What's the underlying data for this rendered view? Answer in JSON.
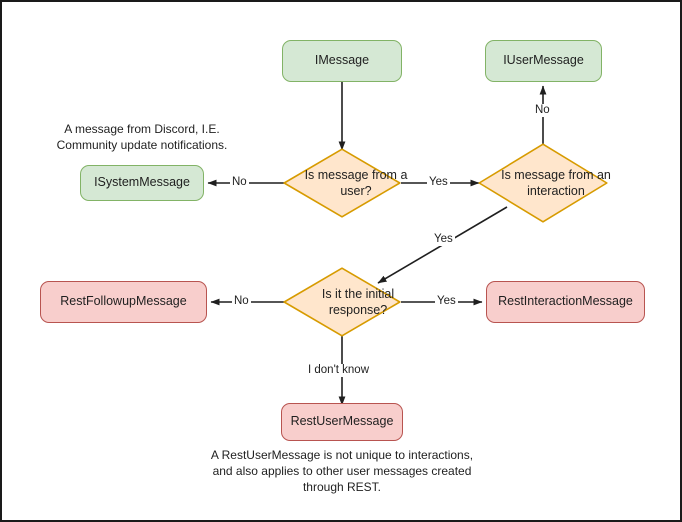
{
  "diagram": {
    "type": "flowchart",
    "title": "Discord message type decision flow",
    "colors": {
      "green_fill": "#d5e8d4",
      "green_border": "#82b366",
      "pink_fill": "#f8cecc",
      "pink_border": "#b85450",
      "orange_fill": "#ffe6cc",
      "orange_border": "#d79b00",
      "line": "#1f1f1f",
      "background": "#ffffff",
      "page_border": "#1a1a1a"
    },
    "nodes": {
      "imessage": {
        "label": "IMessage",
        "shape": "rounded-rect",
        "color": "green"
      },
      "iusermessage": {
        "label": "IUserMessage",
        "shape": "rounded-rect",
        "color": "green"
      },
      "isystemmessage": {
        "label": "ISystemMessage",
        "shape": "rounded-rect",
        "color": "green"
      },
      "restfollowupmessage": {
        "label": "RestFollowupMessage",
        "shape": "rounded-rect",
        "color": "pink"
      },
      "restinteractionmessage": {
        "label": "RestInteractionMessage",
        "shape": "rounded-rect",
        "color": "pink"
      },
      "restusermessage": {
        "label": "RestUserMessage",
        "shape": "rounded-rect",
        "color": "pink"
      },
      "decision_from_user": {
        "label": "Is message from a user?",
        "shape": "diamond",
        "color": "orange"
      },
      "decision_from_interaction": {
        "label": "Is message from an interaction",
        "shape": "diamond",
        "color": "orange"
      },
      "decision_initial_response": {
        "label": "Is it the initial response?",
        "shape": "diamond",
        "color": "orange"
      }
    },
    "edge_labels": {
      "from_user_no": "No",
      "from_user_yes": "Yes",
      "from_interaction_no": "No",
      "from_interaction_yes": "Yes",
      "initial_no": "No",
      "initial_yes": "Yes",
      "initial_unknown": "I don't know"
    },
    "notes": {
      "system_message": "A message from Discord, I.E.\nCommunity update notifications.",
      "rest_user_message": "A RestUserMessage is not unique to interactions,\nand also applies to other user messages created\nthrough REST."
    }
  }
}
